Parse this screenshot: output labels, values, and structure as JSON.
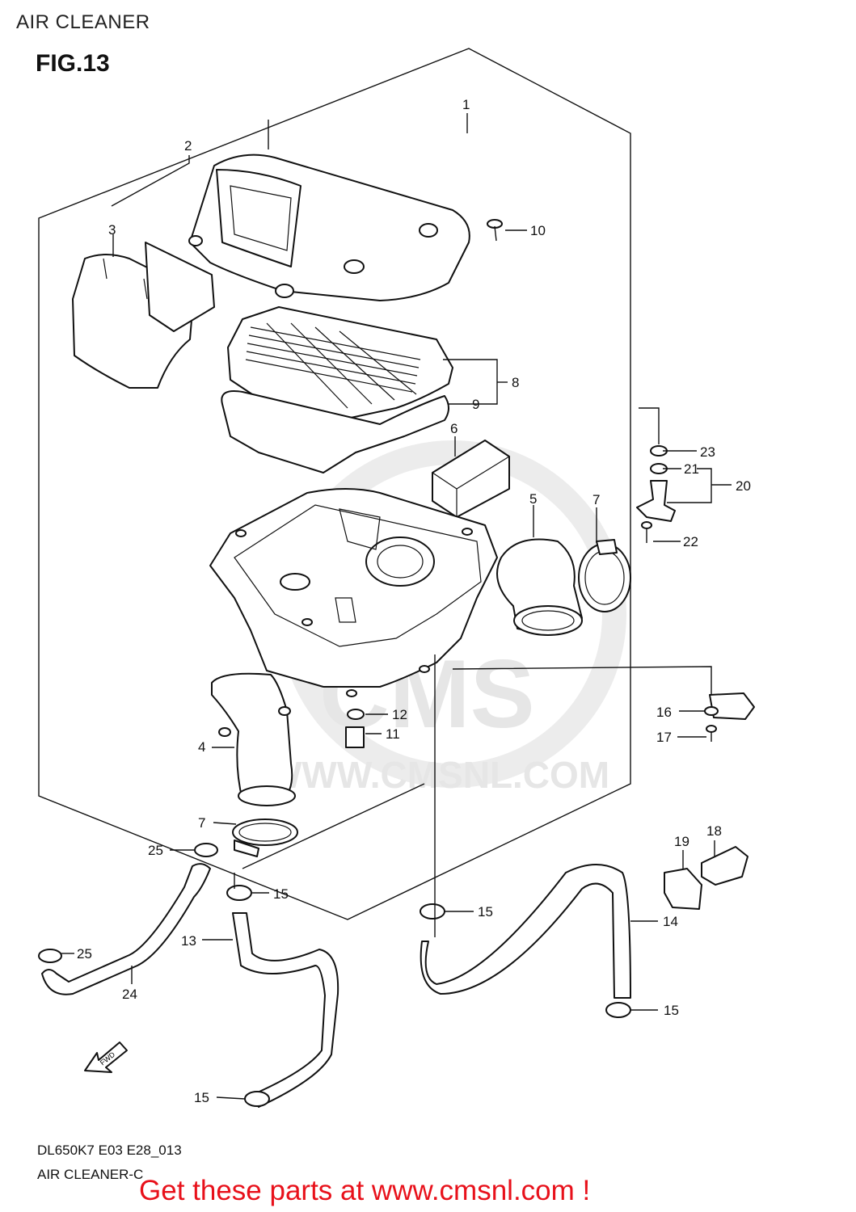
{
  "header": {
    "title": "AIR CLEANER",
    "figure": "FIG.13"
  },
  "callouts": {
    "c1": "1",
    "c2": "2",
    "c3": "3",
    "c4": "4",
    "c5": "5",
    "c6": "6",
    "c7a": "7",
    "c7b": "7",
    "c8": "8",
    "c9": "9",
    "c10": "10",
    "c11": "11",
    "c12": "12",
    "c13": "13",
    "c14": "14",
    "c15a": "15",
    "c15b": "15",
    "c15c": "15",
    "c15d": "15",
    "c16": "16",
    "c17": "17",
    "c18": "18",
    "c19": "19",
    "c20": "20",
    "c21": "21",
    "c22": "22",
    "c23": "23",
    "c24": "24",
    "c25a": "25",
    "c25b": "25"
  },
  "fwd_label": "FWD",
  "watermark": {
    "site": "WWW.CMSNL.COM",
    "logo": "CMS"
  },
  "footer": {
    "code": "DL650K7 E03 E28_013",
    "name": "AIR CLEANER-C",
    "cta": "Get these parts at www.cmsnl.com !"
  },
  "colors": {
    "cta": "#e8111b",
    "line": "#111111",
    "watermark": "#e6e6e6"
  }
}
